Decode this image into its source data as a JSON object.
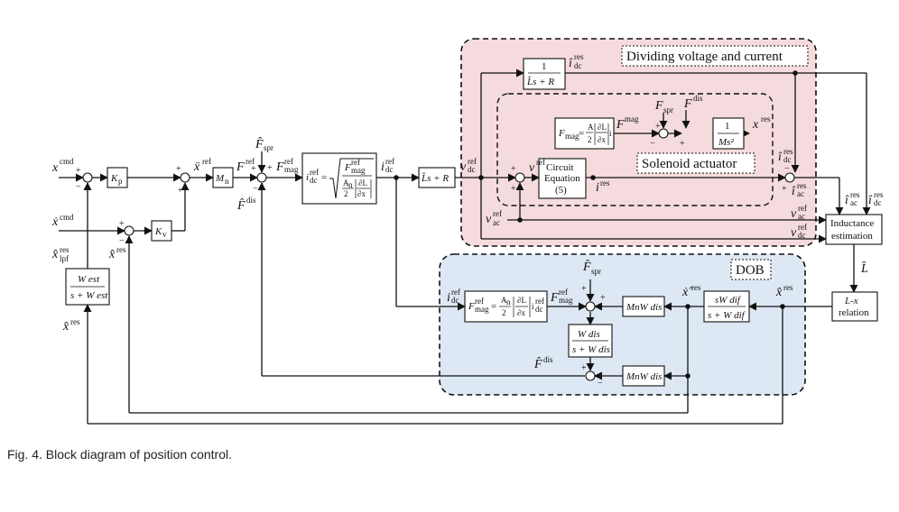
{
  "caption": "Fig. 4.  Block diagram of position control.",
  "regions": {
    "dividing": "Dividing voltage and current",
    "solenoid": "Solenoid actuator",
    "dob": "DOB"
  },
  "colors": {
    "pink": "#f5dbdd",
    "blue": "#dde8f4"
  },
  "signals": {
    "x": "x",
    "xdot": "ẋ",
    "xddot": "ẍ",
    "F": "F",
    "i": "i",
    "v": "v",
    "L": "L",
    "cmd": "cmd",
    "res": "res",
    "ref": "ref",
    "dis": "dis",
    "spr": "spr",
    "mag": "mag",
    "dc": "dc",
    "ac": "ac",
    "lpf": "lpf"
  },
  "blocks": {
    "kp": "Kp",
    "kv": "Kv",
    "mn": "Mn",
    "ls_r": "L̂s + R",
    "circuit1": "Circuit",
    "circuit2": "Equation",
    "circuit3": "(5)",
    "inductance1": "Inductance",
    "inductance2": "estimation",
    "lx1": "L-x",
    "lx2": "relation",
    "one": "1",
    "ms2": "Ms²",
    "west": "W est",
    "s_west": "s + W est",
    "wdis": "W dis",
    "s_wdis": "s + W dis",
    "sw_dif": "sW dif",
    "s_w_dif": "s + W dif",
    "mnwdis": "MnW dis"
  }
}
